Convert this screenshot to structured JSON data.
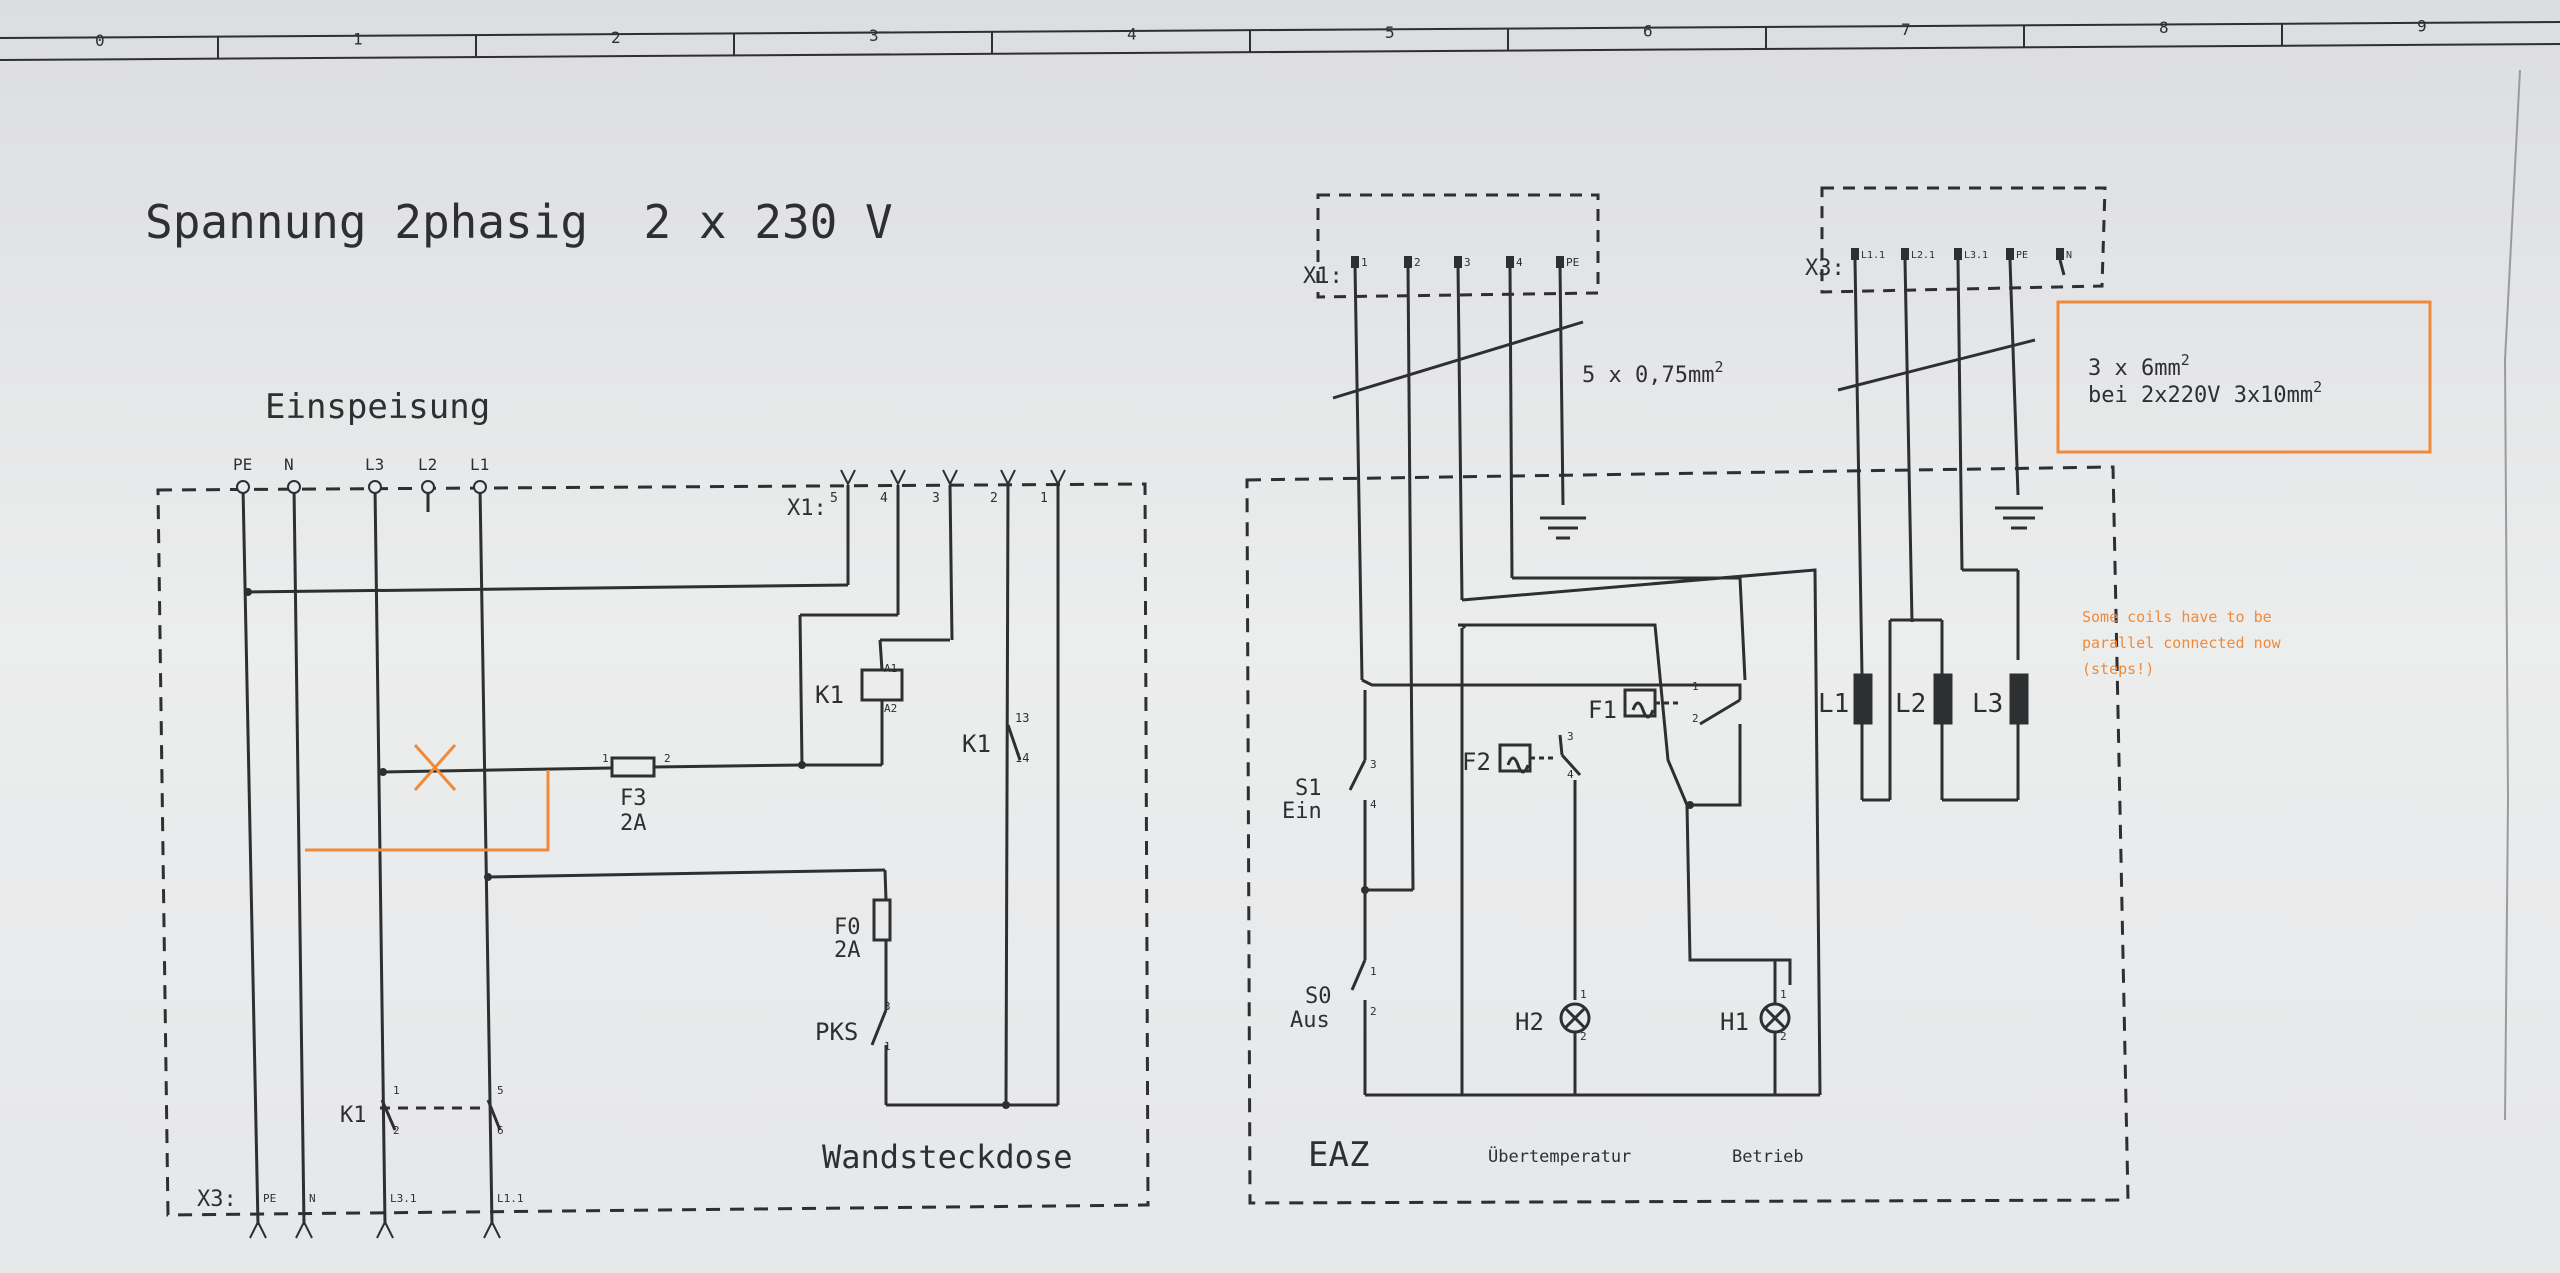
{
  "ruler": [
    "0",
    "1",
    "2",
    "3",
    "4",
    "5",
    "6",
    "7",
    "8",
    "9"
  ],
  "title": "Spannung 2phasig  2 x 230 V",
  "left": {
    "heading": "Einspeisung",
    "terminals": [
      "PE",
      "N",
      "L3",
      "L2",
      "L1"
    ],
    "x1_label": "X1:",
    "x1_pins": [
      "5",
      "4",
      "3",
      "2",
      "1"
    ],
    "k1_coil": "K1",
    "k1_a1": "A1",
    "k1_a2": "A2",
    "k1_contact": "K1",
    "k1_contact_13": "13",
    "k1_contact_14": "14",
    "f3": "F3",
    "f3_rating": "2A",
    "f3_pin1": "1",
    "f3_pin2": "2",
    "f0": "F0",
    "f0_rating": "2A",
    "pks": "PKS",
    "pks_3": "3",
    "pks_1": "1",
    "k1_main": "K1",
    "k1_main_1": "1",
    "k1_main_2": "2",
    "k1_main_5": "5",
    "k1_main_6": "6",
    "x3_label": "X3:",
    "x3_pins": [
      "PE",
      "N",
      "L3.1",
      "L1.1"
    ],
    "wandsteckdose": "Wandsteckdose"
  },
  "right": {
    "x1_label": "X1:",
    "x1_pins": [
      "1",
      "2",
      "3",
      "4",
      "PE"
    ],
    "x3_label": "X3:",
    "x3_pins": [
      "L1.1",
      "L2.1",
      "L3.1",
      "PE",
      "N"
    ],
    "cable_a": "5 x 0,75mm",
    "cable_a_sup": "2",
    "cable_b_line1": "3 x 6mm",
    "cable_b_line1_sup": "2",
    "cable_b_line2": "bei 2x220V 3x10mm",
    "cable_b_line2_sup": "2",
    "note": [
      "Some coils have to be",
      "parallel connected now",
      "(steps!)"
    ],
    "s1": "S1",
    "s1_sub": "Ein",
    "s0": "S0",
    "s0_sub": "Aus",
    "f1": "F1",
    "f2": "F2",
    "h1": "H1",
    "h2": "H2",
    "coils": [
      "L1",
      "L2",
      "L3"
    ],
    "eaz": "EAZ",
    "uebertemp": "Übertemperatur",
    "betrieb": "Betrieb",
    "n1": "1",
    "n2": "2",
    "n3": "3",
    "n4": "4"
  },
  "colors": {
    "ink": "#2e2f31",
    "annotation": "#f08a3a",
    "paper": "#e9eaec"
  }
}
